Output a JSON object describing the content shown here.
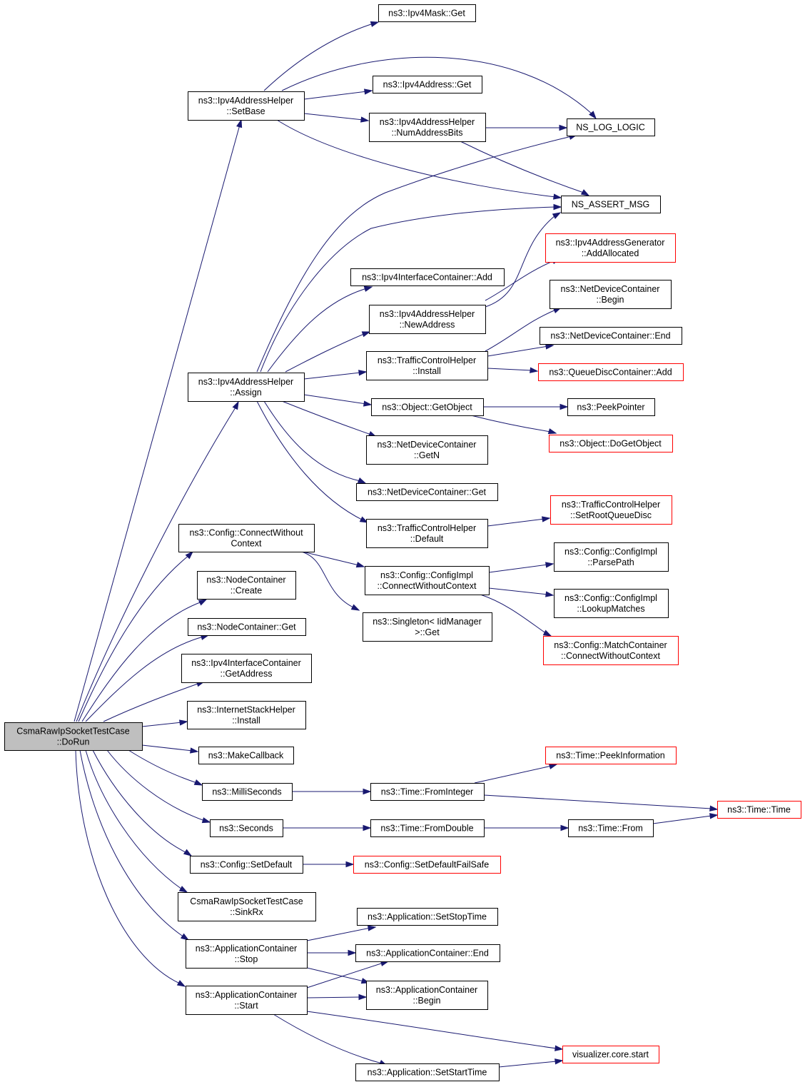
{
  "colors": {
    "edge": "#191970",
    "node_border": "#000000",
    "node_external_border": "#ff0000",
    "root_fill": "#bfbfbf",
    "node_fill": "#ffffff"
  },
  "nodes": [
    {
      "id": "root",
      "lines": [
        "CsmaRawIpSocketTestCase",
        "::DoRun"
      ],
      "kind": "root"
    },
    {
      "id": "setbase",
      "lines": [
        "ns3::Ipv4AddressHelper",
        "::SetBase"
      ],
      "kind": "normal"
    },
    {
      "id": "assign",
      "lines": [
        "ns3::Ipv4AddressHelper",
        "::Assign"
      ],
      "kind": "normal"
    },
    {
      "id": "connwoctx",
      "lines": [
        "ns3::Config::ConnectWithout",
        "Context"
      ],
      "kind": "normal"
    },
    {
      "id": "nccreate",
      "lines": [
        "ns3::NodeContainer",
        "::Create"
      ],
      "kind": "normal"
    },
    {
      "id": "ncget",
      "lines": [
        "ns3::NodeContainer::Get"
      ],
      "kind": "normal"
    },
    {
      "id": "iicgetaddr",
      "lines": [
        "ns3::Ipv4InterfaceContainer",
        "::GetAddress"
      ],
      "kind": "normal"
    },
    {
      "id": "ishinstall",
      "lines": [
        "ns3::InternetStackHelper",
        "::Install"
      ],
      "kind": "normal"
    },
    {
      "id": "makecb",
      "lines": [
        "ns3::MakeCallback"
      ],
      "kind": "normal"
    },
    {
      "id": "millis",
      "lines": [
        "ns3::MilliSeconds"
      ],
      "kind": "normal"
    },
    {
      "id": "seconds",
      "lines": [
        "ns3::Seconds"
      ],
      "kind": "normal"
    },
    {
      "id": "setdefault",
      "lines": [
        "ns3::Config::SetDefault"
      ],
      "kind": "normal"
    },
    {
      "id": "sinkrx",
      "lines": [
        "CsmaRawIpSocketTestCase",
        "::SinkRx"
      ],
      "kind": "normal"
    },
    {
      "id": "acstop",
      "lines": [
        "ns3::ApplicationContainer",
        "::Stop"
      ],
      "kind": "normal"
    },
    {
      "id": "acstart",
      "lines": [
        "ns3::ApplicationContainer",
        "::Start"
      ],
      "kind": "normal"
    },
    {
      "id": "maskget",
      "lines": [
        "ns3::Ipv4Mask::Get"
      ],
      "kind": "normal"
    },
    {
      "id": "addrget",
      "lines": [
        "ns3::Ipv4Address::Get"
      ],
      "kind": "normal"
    },
    {
      "id": "numbits",
      "lines": [
        "ns3::Ipv4AddressHelper",
        "::NumAddressBits"
      ],
      "kind": "normal"
    },
    {
      "id": "iicadd",
      "lines": [
        "ns3::Ipv4InterfaceContainer::Add"
      ],
      "kind": "normal"
    },
    {
      "id": "newaddr",
      "lines": [
        "ns3::Ipv4AddressHelper",
        "::NewAddress"
      ],
      "kind": "normal"
    },
    {
      "id": "tchinstall",
      "lines": [
        "ns3::TrafficControlHelper",
        "::Install"
      ],
      "kind": "normal"
    },
    {
      "id": "objgetobj",
      "lines": [
        "ns3::Object::GetObject"
      ],
      "kind": "normal"
    },
    {
      "id": "ndcgetn",
      "lines": [
        "ns3::NetDeviceContainer",
        "::GetN"
      ],
      "kind": "normal"
    },
    {
      "id": "ndcget",
      "lines": [
        "ns3::NetDeviceContainer::Get"
      ],
      "kind": "normal"
    },
    {
      "id": "tchdefault",
      "lines": [
        "ns3::TrafficControlHelper",
        "::Default"
      ],
      "kind": "normal"
    },
    {
      "id": "cfgimplcwc",
      "lines": [
        "ns3::Config::ConfigImpl",
        "::ConnectWithoutContext"
      ],
      "kind": "normal"
    },
    {
      "id": "singleton",
      "lines": [
        "ns3::Singleton< IidManager",
        ">::Get"
      ],
      "kind": "normal"
    },
    {
      "id": "timefromint",
      "lines": [
        "ns3::Time::FromInteger"
      ],
      "kind": "normal"
    },
    {
      "id": "timefromdbl",
      "lines": [
        "ns3::Time::FromDouble"
      ],
      "kind": "normal"
    },
    {
      "id": "setdefaultfs",
      "lines": [
        "ns3::Config::SetDefaultFailSafe"
      ],
      "kind": "external"
    },
    {
      "id": "appsetstop",
      "lines": [
        "ns3::Application::SetStopTime"
      ],
      "kind": "normal"
    },
    {
      "id": "acend",
      "lines": [
        "ns3::ApplicationContainer::End"
      ],
      "kind": "normal"
    },
    {
      "id": "acbegin",
      "lines": [
        "ns3::ApplicationContainer",
        "::Begin"
      ],
      "kind": "normal"
    },
    {
      "id": "appsetstart",
      "lines": [
        "ns3::Application::SetStartTime"
      ],
      "kind": "normal"
    },
    {
      "id": "nslog",
      "lines": [
        "NS_LOG_LOGIC"
      ],
      "kind": "normal"
    },
    {
      "id": "nsassert",
      "lines": [
        "NS_ASSERT_MSG"
      ],
      "kind": "normal"
    },
    {
      "id": "addalloc",
      "lines": [
        "ns3::Ipv4AddressGenerator",
        "::AddAllocated"
      ],
      "kind": "external"
    },
    {
      "id": "ndcbegin",
      "lines": [
        "ns3::NetDeviceContainer",
        "::Begin"
      ],
      "kind": "normal"
    },
    {
      "id": "ndcend",
      "lines": [
        "ns3::NetDeviceContainer::End"
      ],
      "kind": "normal"
    },
    {
      "id": "qdcadd",
      "lines": [
        "ns3::QueueDiscContainer::Add"
      ],
      "kind": "external"
    },
    {
      "id": "peekptr",
      "lines": [
        "ns3::PeekPointer"
      ],
      "kind": "normal"
    },
    {
      "id": "dogetobj",
      "lines": [
        "ns3::Object::DoGetObject"
      ],
      "kind": "external"
    },
    {
      "id": "setrootqd",
      "lines": [
        "ns3::TrafficControlHelper",
        "::SetRootQueueDisc"
      ],
      "kind": "external"
    },
    {
      "id": "parsepath",
      "lines": [
        "ns3::Config::ConfigImpl",
        "::ParsePath"
      ],
      "kind": "normal"
    },
    {
      "id": "lookup",
      "lines": [
        "ns3::Config::ConfigImpl",
        "::LookupMatches"
      ],
      "kind": "normal"
    },
    {
      "id": "matchcwc",
      "lines": [
        "ns3::Config::MatchContainer",
        "::ConnectWithoutContext"
      ],
      "kind": "external"
    },
    {
      "id": "peekinfo",
      "lines": [
        "ns3::Time::PeekInformation"
      ],
      "kind": "external"
    },
    {
      "id": "timefrom",
      "lines": [
        "ns3::Time::From"
      ],
      "kind": "normal"
    },
    {
      "id": "vizstart",
      "lines": [
        "visualizer.core.start"
      ],
      "kind": "external"
    },
    {
      "id": "timetime",
      "lines": [
        "ns3::Time::Time"
      ],
      "kind": "external"
    }
  ],
  "edges": [
    {
      "from": "root",
      "to": "setbase"
    },
    {
      "from": "root",
      "to": "assign"
    },
    {
      "from": "root",
      "to": "connwoctx"
    },
    {
      "from": "root",
      "to": "nccreate"
    },
    {
      "from": "root",
      "to": "ncget"
    },
    {
      "from": "root",
      "to": "iicgetaddr"
    },
    {
      "from": "root",
      "to": "ishinstall"
    },
    {
      "from": "root",
      "to": "makecb"
    },
    {
      "from": "root",
      "to": "millis"
    },
    {
      "from": "root",
      "to": "seconds"
    },
    {
      "from": "root",
      "to": "setdefault"
    },
    {
      "from": "root",
      "to": "sinkrx"
    },
    {
      "from": "root",
      "to": "acstop"
    },
    {
      "from": "root",
      "to": "acstart"
    },
    {
      "from": "setbase",
      "to": "maskget"
    },
    {
      "from": "setbase",
      "to": "nslog"
    },
    {
      "from": "setbase",
      "to": "addrget"
    },
    {
      "from": "setbase",
      "to": "numbits"
    },
    {
      "from": "setbase",
      "to": "nsassert"
    },
    {
      "from": "numbits",
      "to": "nslog"
    },
    {
      "from": "numbits",
      "to": "nsassert"
    },
    {
      "from": "assign",
      "to": "nslog"
    },
    {
      "from": "assign",
      "to": "nsassert"
    },
    {
      "from": "assign",
      "to": "iicadd"
    },
    {
      "from": "assign",
      "to": "newaddr"
    },
    {
      "from": "assign",
      "to": "tchinstall"
    },
    {
      "from": "assign",
      "to": "objgetobj"
    },
    {
      "from": "assign",
      "to": "ndcgetn"
    },
    {
      "from": "assign",
      "to": "ndcget"
    },
    {
      "from": "assign",
      "to": "tchdefault"
    },
    {
      "from": "newaddr",
      "to": "nsassert"
    },
    {
      "from": "newaddr",
      "to": "addalloc"
    },
    {
      "from": "tchinstall",
      "to": "ndcbegin"
    },
    {
      "from": "tchinstall",
      "to": "ndcend"
    },
    {
      "from": "tchinstall",
      "to": "qdcadd"
    },
    {
      "from": "objgetobj",
      "to": "peekptr"
    },
    {
      "from": "objgetobj",
      "to": "dogetobj"
    },
    {
      "from": "tchdefault",
      "to": "setrootqd"
    },
    {
      "from": "connwoctx",
      "to": "cfgimplcwc"
    },
    {
      "from": "connwoctx",
      "to": "singleton"
    },
    {
      "from": "cfgimplcwc",
      "to": "parsepath"
    },
    {
      "from": "cfgimplcwc",
      "to": "lookup"
    },
    {
      "from": "cfgimplcwc",
      "to": "matchcwc"
    },
    {
      "from": "millis",
      "to": "timefromint"
    },
    {
      "from": "timefromint",
      "to": "peekinfo"
    },
    {
      "from": "timefromint",
      "to": "timetime"
    },
    {
      "from": "seconds",
      "to": "timefromdbl"
    },
    {
      "from": "timefromdbl",
      "to": "timefrom"
    },
    {
      "from": "timefrom",
      "to": "timetime"
    },
    {
      "from": "setdefault",
      "to": "setdefaultfs"
    },
    {
      "from": "acstop",
      "to": "appsetstop"
    },
    {
      "from": "acstop",
      "to": "acend"
    },
    {
      "from": "acstop",
      "to": "acbegin"
    },
    {
      "from": "acstart",
      "to": "acend"
    },
    {
      "from": "acstart",
      "to": "acbegin"
    },
    {
      "from": "acstart",
      "to": "vizstart"
    },
    {
      "from": "acstart",
      "to": "appsetstart"
    },
    {
      "from": "appsetstart",
      "to": "vizstart"
    }
  ]
}
